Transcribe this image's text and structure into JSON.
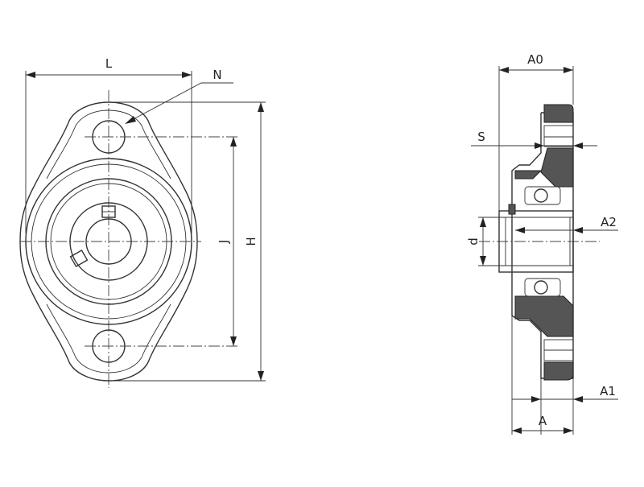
{
  "labels": {
    "L": "L",
    "N": "N",
    "J": "J",
    "H": "H",
    "A0": "A0",
    "S": "S",
    "A2": "A2",
    "d": "d",
    "A1": "A1",
    "A": "A"
  }
}
